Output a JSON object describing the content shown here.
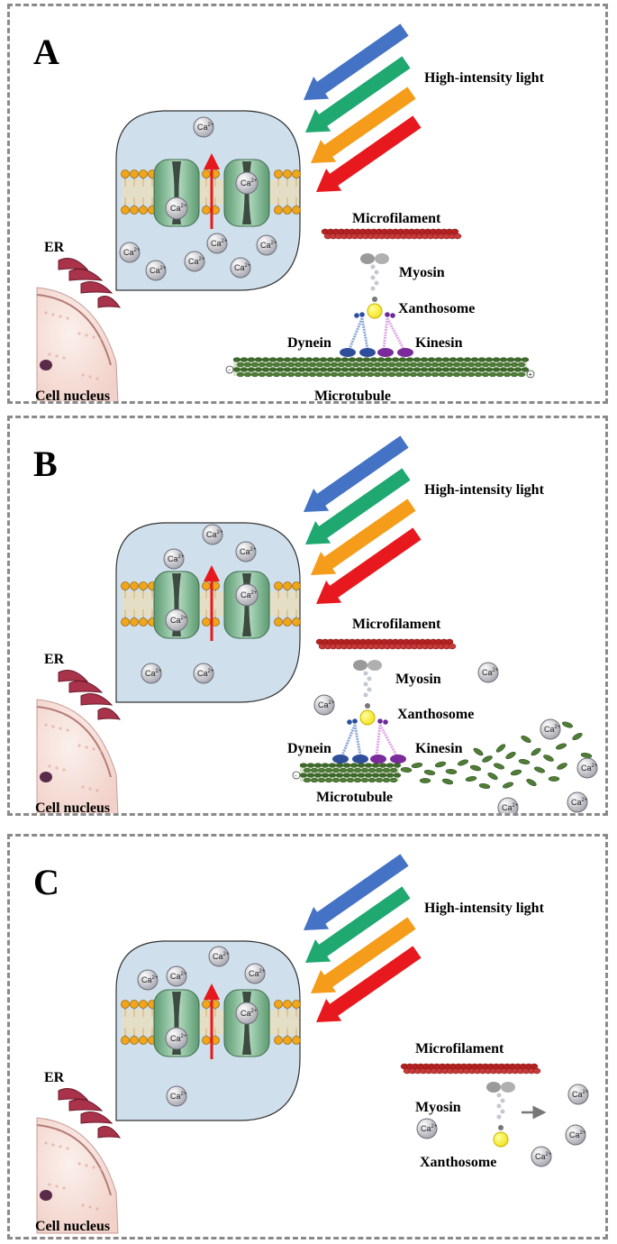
{
  "panels": [
    {
      "letter": "A",
      "labels": {
        "light": "High-intensity light",
        "er": "ER",
        "nucleus": "Cell nucleus",
        "microfilament": "Microfilament",
        "myosin": "Myosin",
        "xanthosome": "Xanthosome",
        "dynein": "Dynein",
        "kinesin": "Kinesin",
        "microtubule": "Microtubule"
      }
    },
    {
      "letter": "B",
      "labels": {
        "light": "High-intensity light",
        "er": "ER",
        "nucleus": "Cell nucleus",
        "microfilament": "Microfilament",
        "myosin": "Myosin",
        "xanthosome": "Xanthosome",
        "dynein": "Dynein",
        "kinesin": "Kinesin",
        "microtubule": "Microtubule"
      }
    },
    {
      "letter": "C",
      "labels": {
        "light": "High-intensity light",
        "er": "ER",
        "nucleus": "Cell nucleus",
        "microfilament": "Microfilament",
        "myosin": "Myosin",
        "xanthosome": "Xanthosome"
      }
    }
  ],
  "ion": {
    "base": "Ca",
    "charge": "2+"
  },
  "polarity": {
    "minus": "-",
    "plus": "+"
  },
  "colors": {
    "light_rays": [
      "#4472c4",
      "#1fa870",
      "#f59c1a",
      "#e8191e"
    ],
    "microfilament": "#b52222",
    "microtubule": "#3f6b2a",
    "channel": "#8fc4a0",
    "inset_fill": "#cfe0ec",
    "xanthosome": "#f2e21b",
    "er": "#a8334a",
    "nucleus": "#f7e4e0"
  }
}
